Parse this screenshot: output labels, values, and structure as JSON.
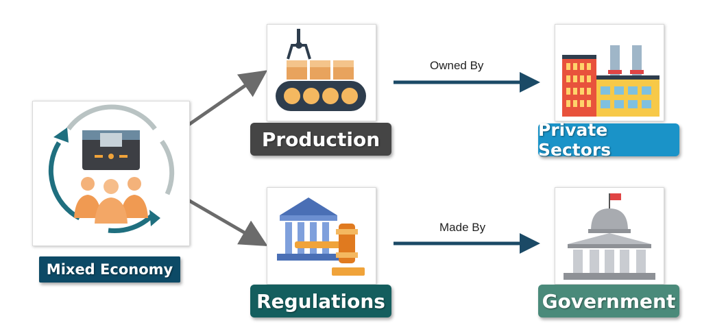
{
  "nodes": {
    "center": {
      "label": "Mixed Economy",
      "icon": "economy-cycle-icon",
      "color": "#0d4a66"
    },
    "production": {
      "label": "Production",
      "icon": "conveyor-belt-icon",
      "color": "#454545"
    },
    "regulations": {
      "label": "Regulations",
      "icon": "court-gavel-icon",
      "color": "#145e5e"
    },
    "private": {
      "label": "Private Sectors",
      "icon": "factory-icon",
      "color": "#1a93c8"
    },
    "government": {
      "label": "Government",
      "icon": "capitol-building-icon",
      "color": "#4a8a7a"
    }
  },
  "edges": {
    "owned_by": "Owned By",
    "made_by": "Made By"
  },
  "colors": {
    "branch_arrow": "#6b6b6b",
    "flow_arrow": "#1b4a66"
  }
}
